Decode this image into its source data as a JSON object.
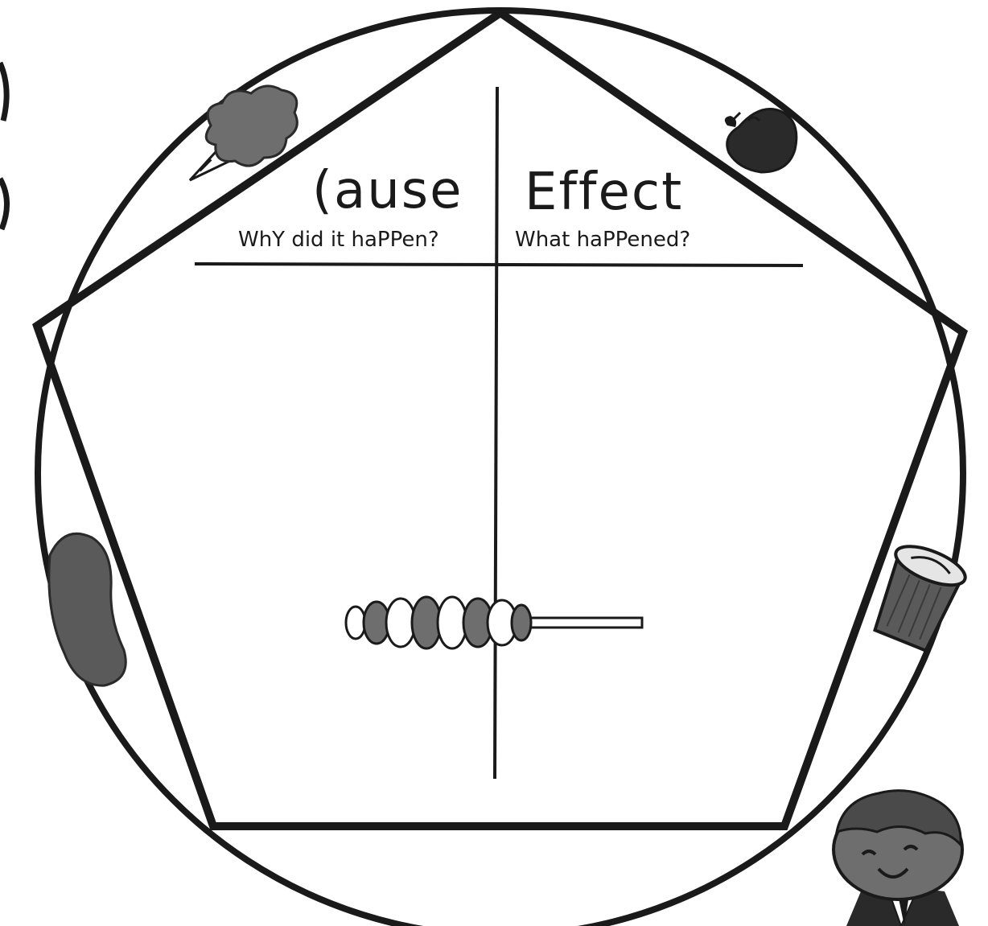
{
  "chart": {
    "cause": {
      "title": "(ause",
      "subtitle": "WhY did it haPPen?"
    },
    "effect": {
      "title": "Effect",
      "subtitle": "What haPPened?"
    }
  },
  "decorations": {
    "icons": [
      "cotton-candy-icon",
      "apple-icon",
      "jelly-bean-icon",
      "peanut-butter-cup-icon",
      "twisty-lollipop-icon",
      "kid-character-icon"
    ]
  },
  "colors": {
    "ink": "#1a1a1a",
    "candy_gray": "#6e6e6e",
    "dark_gray": "#3a3a3a",
    "paper": "#ffffff"
  }
}
